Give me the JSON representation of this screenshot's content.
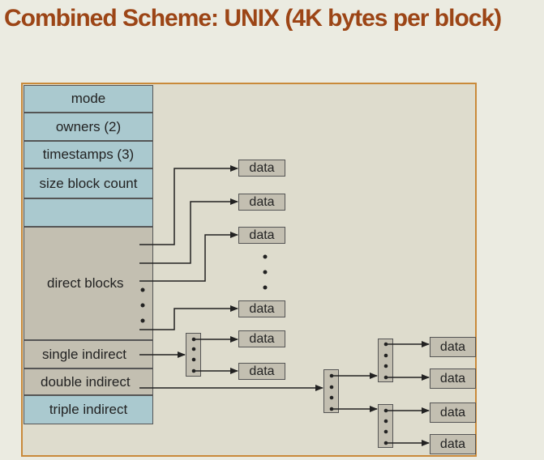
{
  "title": "Combined Scheme:  UNIX (4K bytes per block)",
  "inode": {
    "mode": "mode",
    "owners": "owners (2)",
    "timestamps": "timestamps (3)",
    "size_block_count": "size block count",
    "direct_blocks": "direct blocks",
    "single_indirect": "single indirect",
    "double_indirect": "double indirect",
    "triple_indirect": "triple indirect"
  },
  "data_label": "data",
  "colors": {
    "title": "#9c4516",
    "inode_blue": "#aac9cf",
    "block_gray": "#c3bfb1",
    "frame_border": "#c98a3a",
    "frame_fill": "#dedccd"
  }
}
